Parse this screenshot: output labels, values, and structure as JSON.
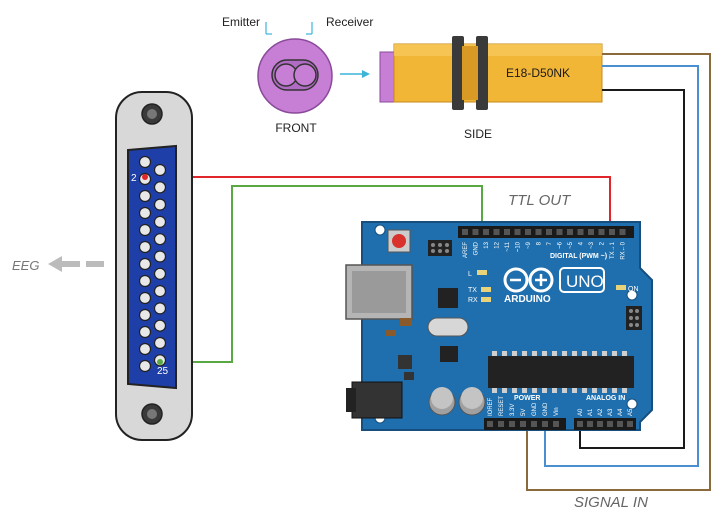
{
  "sensor": {
    "emitter_label": "Emitter",
    "receiver_label": "Receiver",
    "front_label": "FRONT",
    "side_label": "SIDE",
    "model": "E18-D50NK"
  },
  "connector": {
    "pin_top": "2",
    "pin_bottom": "25"
  },
  "annotations": {
    "ttl_out": "TTL OUT",
    "eeg": "EEG",
    "signal_in": "SIGNAL IN"
  },
  "board": {
    "logo_text": "ARDUINO",
    "uno": "UNO",
    "digital_label": "DIGITAL (PWM ~)",
    "power_label": "POWER",
    "analog_label": "ANALOG IN",
    "on_label": "ON",
    "l_label": "L",
    "tx_label": "TX",
    "rx_label": "RX",
    "top_pins": [
      "AREF",
      "GND",
      "13",
      "12",
      "~11",
      "~10",
      "~9",
      "8",
      "7",
      "~6",
      "~5",
      "4",
      "~3",
      "2",
      "TX→1",
      "RX←0"
    ],
    "power_pins": [
      "IOREF",
      "RESET",
      "3.3V",
      "5V",
      "GND",
      "GND",
      "Vin"
    ],
    "analog_pins": [
      "A0",
      "A1",
      "A2",
      "A3",
      "A4",
      "A5"
    ]
  },
  "colors": {
    "wire_red": "#e0262a",
    "wire_green": "#5aa843",
    "wire_black": "#1a1a1a",
    "wire_blue": "#4a8fd0",
    "wire_brown": "#8a6a3a",
    "board_blue": "#1f6fae",
    "sensor_yellow": "#f2b637",
    "sensor_purple": "#c77fd6"
  }
}
